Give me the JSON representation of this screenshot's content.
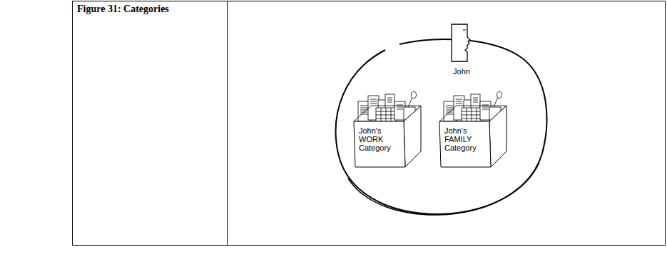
{
  "diagram": {
    "caption": "Figure 31: Categories",
    "nodes": [
      {
        "text": [
          "John"
        ]
      },
      {
        "text": [
          "John's WORK Category"
        ]
      },
      {
        "text": [
          "John's FAMILY Category"
        ]
      }
    ]
  }
}
